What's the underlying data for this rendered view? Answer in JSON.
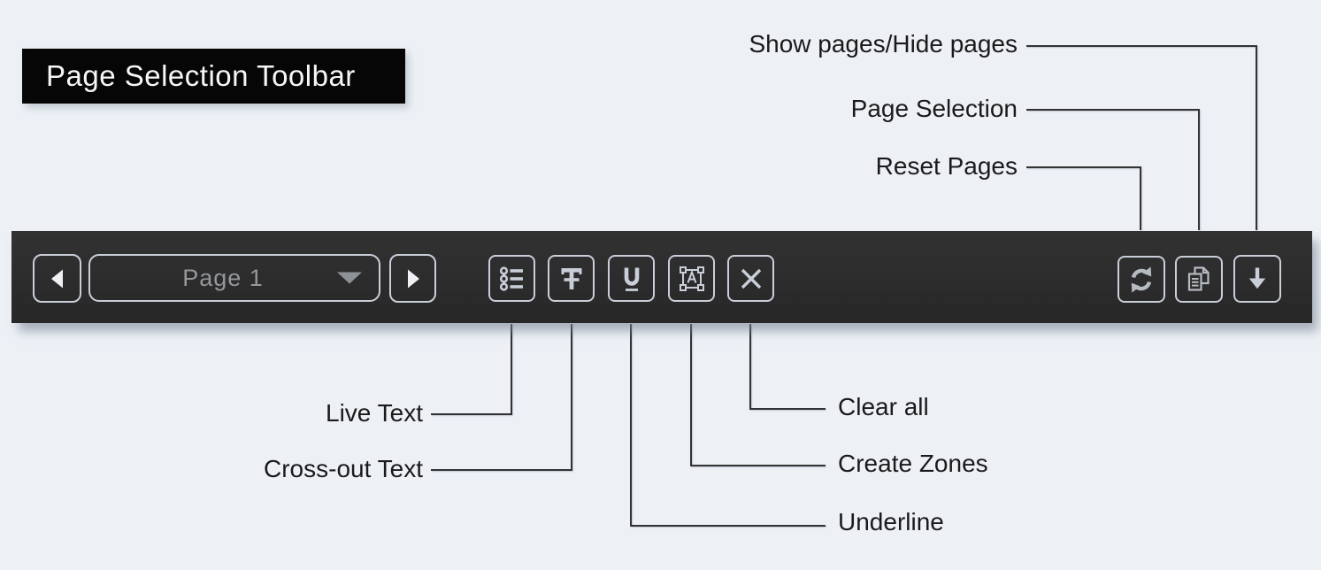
{
  "page": {
    "title": "Page Selection Toolbar"
  },
  "colors": {
    "background": "#edf1f6",
    "toolbar_background": "#2b2b2b",
    "icon_stroke": "#c9ced9",
    "title_box_background": "#060606",
    "title_text": "#f6f6f6",
    "callout_text": "#1a1a1a",
    "callout_line": "#333333",
    "dropdown_text": "#94979c"
  },
  "toolbar": {
    "page_navigator": {
      "prev_icon": "left-triangle-icon",
      "next_icon": "right-triangle-icon",
      "dropdown_value": "Page 1",
      "dropdown_caret_icon": "chevron-down-icon"
    },
    "buttons": [
      {
        "id": "live-text",
        "icon": "bulleted-list-icon",
        "label": "Live Text"
      },
      {
        "id": "cross-out-text",
        "icon": "strikethrough-t-icon",
        "label": "Cross-out Text"
      },
      {
        "id": "underline",
        "icon": "underline-u-icon",
        "label": "Underline"
      },
      {
        "id": "create-zones",
        "icon": "zone-selection-a-icon",
        "label": "Create Zones"
      },
      {
        "id": "clear-all",
        "icon": "x-icon",
        "label": "Clear all"
      },
      {
        "id": "reset-pages",
        "icon": "refresh-icon",
        "label": "Reset Pages"
      },
      {
        "id": "page-selection",
        "icon": "document-pages-icon",
        "label": "Page Selection"
      },
      {
        "id": "show-hide-pages",
        "icon": "down-arrow-icon",
        "label": "Show pages/Hide pages"
      }
    ]
  }
}
